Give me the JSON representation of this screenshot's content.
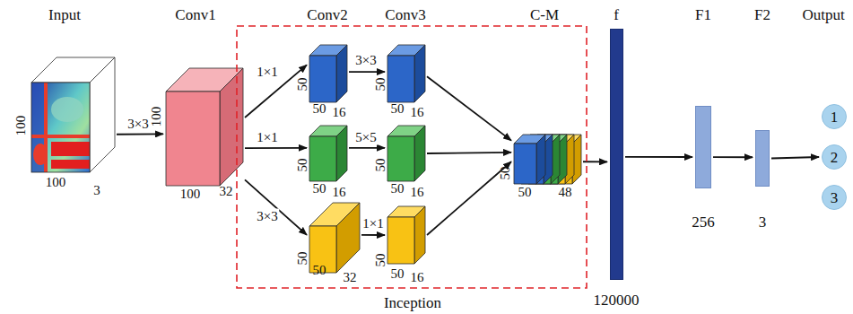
{
  "diagram": {
    "nodes": [
      {
        "text": [
          "Input",
          "100",
          "100",
          "3"
        ]
      },
      {
        "text": [
          "Conv1",
          "100",
          "100",
          "32"
        ]
      },
      {
        "text": [
          "Inception"
        ]
      },
      {
        "text": [
          "50",
          "50",
          "16"
        ],
        "in": 2
      },
      {
        "text": [
          "50",
          "50",
          "16"
        ],
        "in": 2
      },
      {
        "text": [
          "50",
          "50",
          "16"
        ],
        "in": 2
      },
      {
        "text": [
          "50",
          "50",
          "16"
        ],
        "in": 2
      },
      {
        "text": [
          "50",
          "50",
          "32"
        ],
        "in": 2
      },
      {
        "text": [
          "50",
          "50",
          "16"
        ],
        "in": 2
      },
      {
        "text": [
          "C-M",
          "50",
          "50",
          "48"
        ],
        "in": 2
      },
      {
        "text": [
          "f",
          "120000"
        ]
      },
      {
        "text": [
          "F1",
          "256"
        ]
      },
      {
        "text": [
          "F2",
          "3"
        ]
      },
      {
        "text": [
          "1"
        ]
      },
      {
        "text": [
          "2"
        ]
      },
      {
        "text": [
          "3"
        ]
      }
    ],
    "edges": [
      {
        "from": 0,
        "to": 1,
        "label": "3×3",
        "arrow": "to"
      },
      {
        "from": 1,
        "to": 3,
        "label": "1×1",
        "arrow": "to"
      },
      {
        "from": 1,
        "to": 5,
        "label": "1×1",
        "arrow": "to"
      },
      {
        "from": 1,
        "to": 7,
        "label": "3×3",
        "arrow": "to"
      },
      {
        "from": 3,
        "to": 4,
        "label": "3×3",
        "arrow": "to"
      },
      {
        "from": 5,
        "to": 6,
        "label": "5×5",
        "arrow": "to"
      },
      {
        "from": 7,
        "to": 8,
        "label": "1×1",
        "arrow": "to"
      },
      {
        "from": 4,
        "to": 9,
        "arrow": "to"
      },
      {
        "from": 6,
        "to": 9,
        "arrow": "to"
      },
      {
        "from": 8,
        "to": 9,
        "arrow": "to"
      },
      {
        "from": 9,
        "to": 10,
        "arrow": "to"
      },
      {
        "from": 10,
        "to": 11,
        "arrow": "to"
      },
      {
        "from": 11,
        "to": 12,
        "arrow": "to"
      },
      {
        "from": 12,
        "to": 14,
        "arrow": "to"
      }
    ],
    "labels": [
      "Conv2",
      "Conv3",
      "Output"
    ]
  }
}
